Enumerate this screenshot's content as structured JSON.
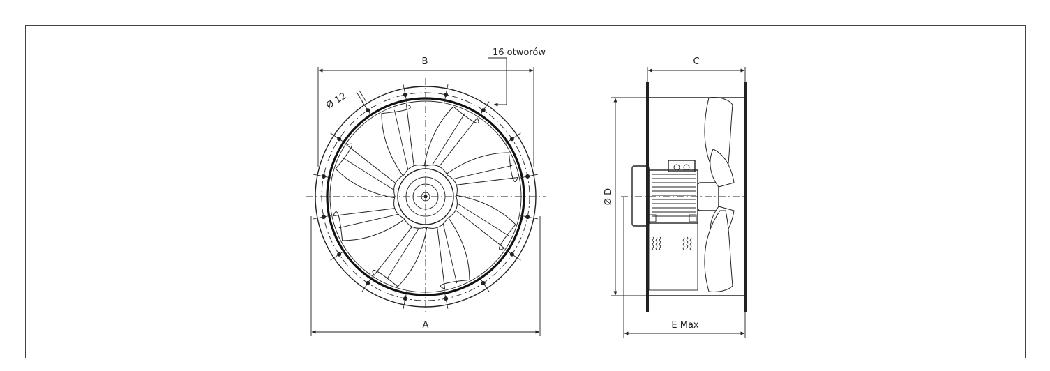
{
  "labels": {
    "b": "B",
    "holes": "16 otworów",
    "hole_dia": "Ø 12",
    "a": "A",
    "c": "C",
    "d": "Ø D",
    "e": "E Max"
  },
  "front_view": {
    "hole_count": 16,
    "blade_count": 8
  },
  "colors": {
    "frame_border": "#2b4a66",
    "line": "#222222"
  }
}
